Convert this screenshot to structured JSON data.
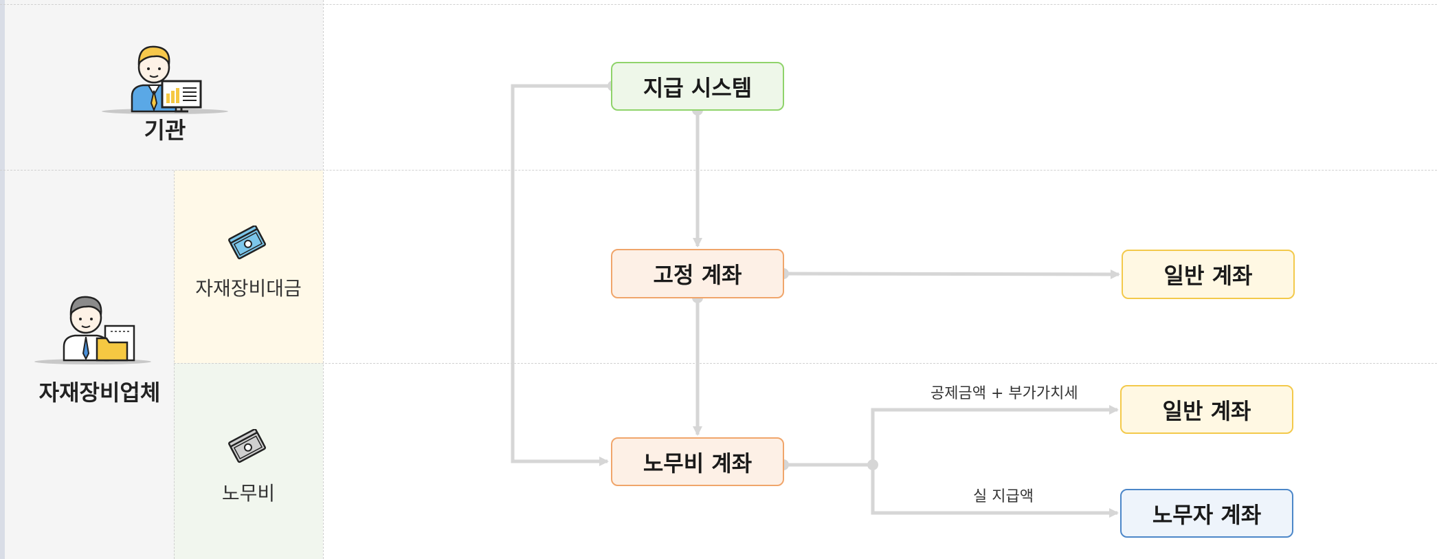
{
  "actors": {
    "institution": "기관",
    "vendor": "자재장비업체"
  },
  "categories": {
    "materials": "자재장비대금",
    "labor": "노무비"
  },
  "nodes": {
    "payment_system": "지급 시스템",
    "fixed_account": "고정 계좌",
    "general_account_1": "일반 계좌",
    "labor_cost_account": "노무비 계좌",
    "general_account_2": "일반 계좌",
    "worker_account": "노무자 계좌"
  },
  "edge_labels": {
    "deduction_vat": "공제금액 + 부가가치세",
    "actual_payment": "실 지급액"
  },
  "colors": {
    "green_fill": "#eef7e9",
    "green_border": "#8fd36a",
    "orange_fill": "#fdf0e6",
    "orange_border": "#f0a56a",
    "yellow_fill": "#fff8e3",
    "yellow_border": "#f3c94a",
    "blue_fill": "#eef4fb",
    "blue_border": "#4b86c8",
    "connector": "#d6d6d6"
  }
}
